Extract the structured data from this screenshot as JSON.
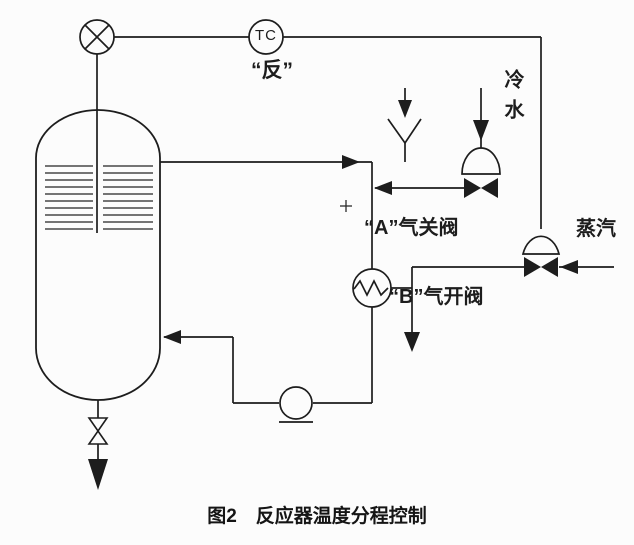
{
  "figure": {
    "caption": "图2　反应器温度分程控制",
    "controller": {
      "label": "TC",
      "tag": "“反”"
    },
    "labels": {
      "cold_water": "冷水",
      "steam": "蒸汽",
      "valve_a": "“A”气关阀",
      "valve_b": "“B”气开阀"
    },
    "symbols": {
      "temperature_sensor": "circle-with-cross",
      "temperature_controller": "circle-with-TC",
      "reactor": "vertical-vessel-with-tube-bundle",
      "valve_a": "diaphragm-control-valve",
      "valve_b": "diaphragm-control-valve",
      "heat_exchanger": "circle-with-wavy-line",
      "pump": "circle-with-base",
      "drain_valve": "hand-valve-bowtie",
      "overflow_funnel": "open-funnel"
    },
    "colors": {
      "ink": "#1d1d1d",
      "background": "#fcfcfc"
    }
  }
}
